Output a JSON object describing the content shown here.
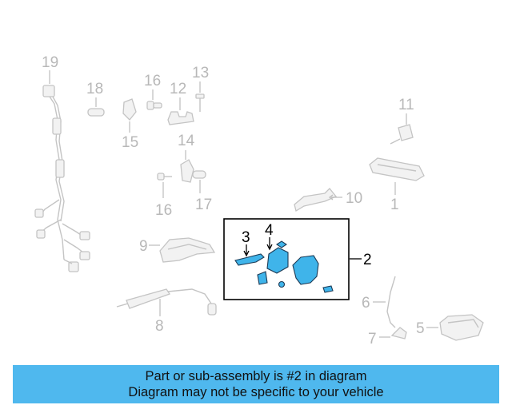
{
  "callouts": {
    "c1": "1",
    "c2": "2",
    "c3": "3",
    "c4": "4",
    "c5": "5",
    "c6": "6",
    "c7": "7",
    "c8": "8",
    "c9": "9",
    "c10": "10",
    "c11": "11",
    "c12": "12",
    "c13": "13",
    "c14": "14",
    "c15": "15",
    "c16a": "16",
    "c16b": "16",
    "c17": "17",
    "c18": "18",
    "c19": "19"
  },
  "highlighted_callout": "2",
  "colors": {
    "highlight_part": "#3fb4ea",
    "banner": "#4fb8ee",
    "ghost": "#c4c4c4"
  },
  "banner": {
    "line1": "Part or sub-assembly is #2 in diagram",
    "line2": "Diagram may not be specific to your vehicle"
  }
}
